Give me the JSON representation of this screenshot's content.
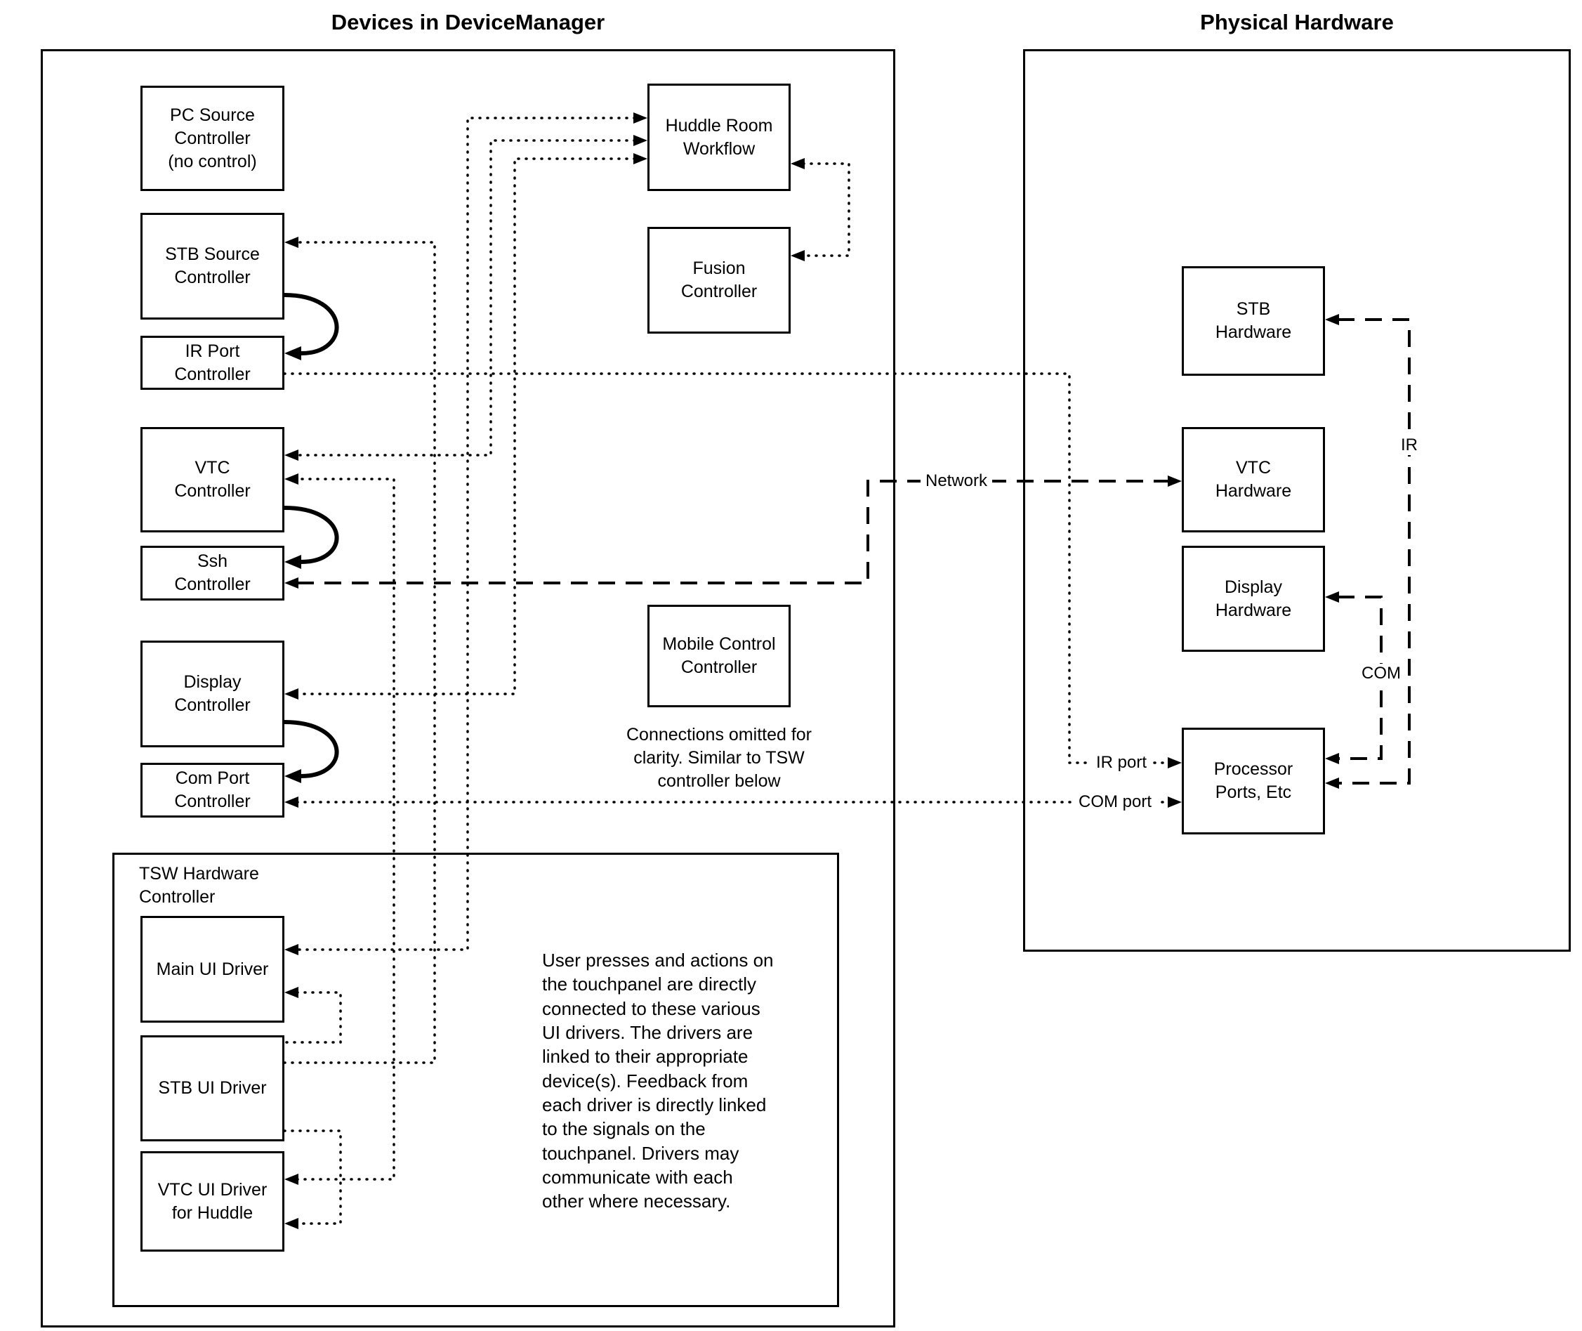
{
  "titles": {
    "device_manager": "Devices in DeviceManager",
    "physical_hardware": "Physical Hardware"
  },
  "device_manager": {
    "pc_source": "PC Source\nController\n(no control)",
    "stb_source": "STB Source\nController",
    "ir_port": "IR Port\nController",
    "vtc": "VTC\nController",
    "ssh": "Ssh\nController",
    "display": "Display\nController",
    "com_port": "Com Port\nController",
    "huddle": "Huddle Room\nWorkflow",
    "fusion": "Fusion\nController",
    "mobile": "Mobile Control\nController",
    "mobile_note": "Connections omitted for\nclarity. Similar to TSW\ncontroller below"
  },
  "tsw": {
    "label": "TSW Hardware\nController",
    "main_ui": "Main UI Driver",
    "stb_ui": "STB UI Driver",
    "vtc_ui": "VTC UI Driver\nfor Huddle",
    "note": "User presses and actions on\nthe touchpanel are directly\nconnected to these various\nUI drivers.  The drivers are\nlinked to their appropriate\ndevice(s). Feedback from\neach driver is directly linked\nto the signals on the\ntouchpanel. Drivers may\ncommunicate with each\nother where necessary."
  },
  "hardware": {
    "stb": "STB\nHardware",
    "vtc": "VTC\nHardware",
    "display": "Display\nHardware",
    "processor": "Processor\nPorts, Etc"
  },
  "wire_labels": {
    "network": "Network",
    "ir": "IR",
    "com": "COM",
    "ir_port": "IR port",
    "com_port": "COM port"
  },
  "colors": {
    "line": "#000000",
    "background": "#ffffff"
  }
}
